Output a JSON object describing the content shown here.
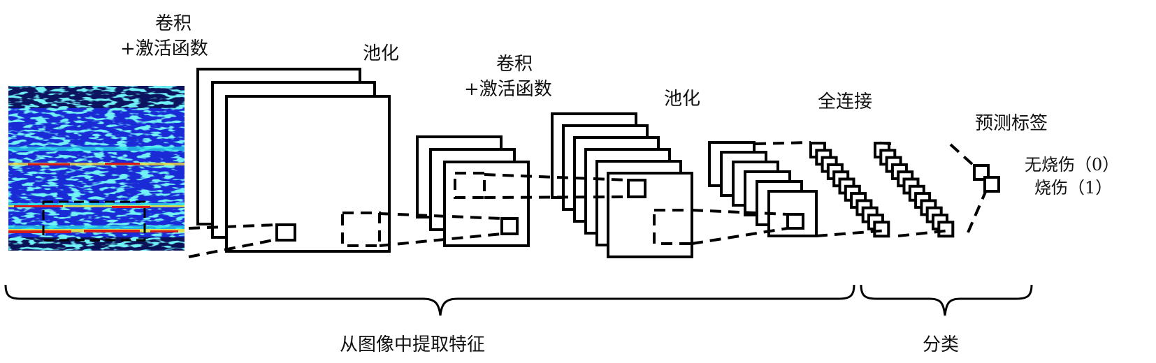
{
  "labels": {
    "conv1": [
      "卷积",
      "+激活函数"
    ],
    "pool1": "池化",
    "conv2": [
      "卷积",
      "+激活函数"
    ],
    "pool2": "池化",
    "fc": "全连接",
    "predict": "预测标签",
    "out0": "无烧伤（0）",
    "out1": "烧伤（1）",
    "extract": "从图像中提取特征",
    "classify": "分类"
  },
  "colors": {
    "heatmap_base": "#1a2bd6",
    "heatmap_dark": "#0a0f4a",
    "heatmap_cyan": "#29e0e8",
    "heatmap_yellow": "#f4e03a",
    "heatmap_red": "#d81c1c"
  }
}
